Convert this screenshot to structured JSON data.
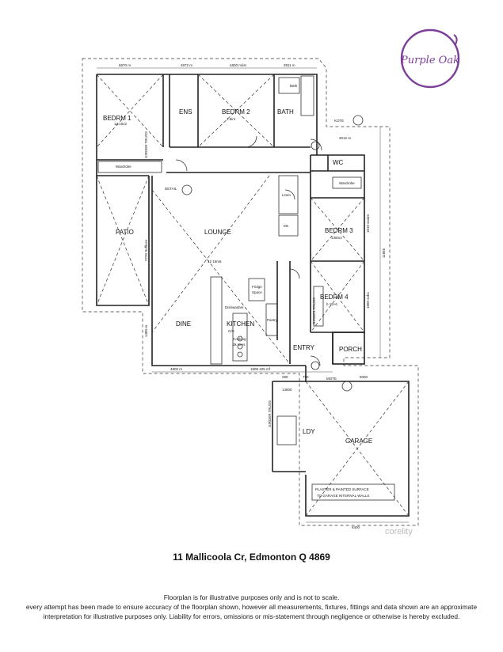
{
  "logo": {
    "text": "Purple Oak",
    "color": "#7b3f98"
  },
  "rooms": {
    "bedrm1": "BEDRM 1",
    "bedrm1_size": "12.10x2",
    "ens": "ENS",
    "bedrm2": "BEDRM 2",
    "bedrm2_size": "1.8int",
    "bath": "BATH",
    "bath_small": "Bath",
    "wardrobe": "Wardrobe",
    "patio": "PATIO",
    "lounge": "LOUNGE",
    "lounge_size": "12 15m6",
    "bedrm3": "BEDRM 3",
    "bedrm3_size": "138m2",
    "bedrm4": "BEDRM 4",
    "bedrm4_size": "b 18+6",
    "wc": "WC",
    "linen": "Linen",
    "ms": "Ms",
    "dine": "DINE",
    "kitchen": "KITCHEN",
    "kitchen_sub": "G/S",
    "cooking": "Cooking",
    "cooking_sub": "dk Cres",
    "dishwasher": "Dishwasher",
    "fridge": "Fridge",
    "fridge_sub": "Space",
    "pantry": "Pantry",
    "entry": "ENTRY",
    "porch": "PORCH",
    "ldy": "LDY",
    "garage": "GARAGE",
    "garage_note_1": "PLASTER & PAINTED SURFACE",
    "garage_note_2": "TO GARAGE INTERNAL WALLS",
    "detail": "DETAIL",
    "kote": "KOTE",
    "mote": "MOTE",
    "girder_truss": "GIRDER TRUSS"
  },
  "dimensions": {
    "top_1": "6870 m",
    "top_2": "4872 m",
    "top_3": "4800 m/ist",
    "top_4": "3911 m",
    "right_total": "11865",
    "right_1": "1010 soxim",
    "right_2": "1860 sobx",
    "bottom_1": "4800 m",
    "bottom_2": "1808 425 mf",
    "bottom_3": "290",
    "bottom_4": "790",
    "bottom_5": "5000",
    "mid_total": "14800",
    "garage_width": "6400",
    "wc_width": "3012 m",
    "left_1": "2720 Suffices",
    "left_2": "1480 m"
  },
  "address": "11 Mallicoola Cr, Edmonton Q 4869",
  "disclaimer": {
    "line1": "Floorplan is for illustrative purposes only and is not to scale.",
    "line2": "every attempt has been made to ensure accuracy of the floorplan shown, however all measurements, fixtures, fittings and data shown are an approximate",
    "line3": "interpretation for illustrative purposes only. Liability for errors, omissions or mis-statement through negligence or otherwise is hereby excluded."
  },
  "watermark": "corelity"
}
